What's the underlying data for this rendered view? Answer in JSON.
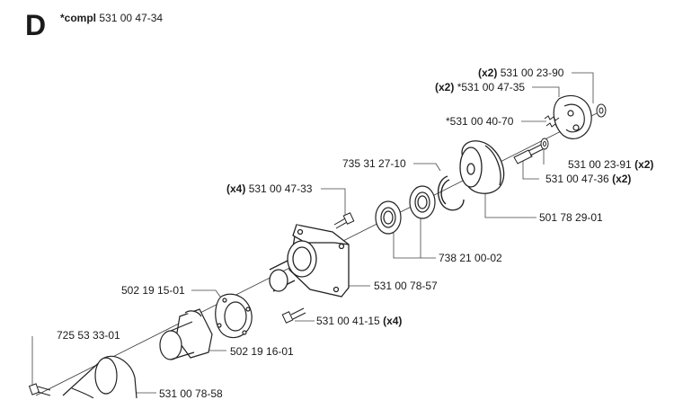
{
  "section": {
    "letter": "D"
  },
  "assembly": {
    "prefix": "*compl",
    "number": "531 00 47-34"
  },
  "callouts": [
    {
      "id": "c1",
      "qty": "(x2)",
      "part": "531 00 23-90",
      "qty_side": "before"
    },
    {
      "id": "c2",
      "qty": "(x2)",
      "part": "*531 00 47-35",
      "qty_side": "before"
    },
    {
      "id": "c3",
      "qty": "",
      "part": "*531 00 40-70",
      "qty_side": "none"
    },
    {
      "id": "c4",
      "qty": "",
      "part": "735 31 27-10",
      "qty_side": "none"
    },
    {
      "id": "c5",
      "qty": "(x2)",
      "part": "531 00 23-91",
      "qty_side": "after"
    },
    {
      "id": "c6",
      "qty": "(x2)",
      "part": "531 00 47-36",
      "qty_side": "after"
    },
    {
      "id": "c7",
      "qty": "(x4)",
      "part": "531 00 47-33",
      "qty_side": "before"
    },
    {
      "id": "c8",
      "qty": "",
      "part": "501 78 29-01",
      "qty_side": "none"
    },
    {
      "id": "c9",
      "qty": "",
      "part": "738 21 00-02",
      "qty_side": "none"
    },
    {
      "id": "c10",
      "qty": "",
      "part": "502 19 15-01",
      "qty_side": "none"
    },
    {
      "id": "c11",
      "qty": "",
      "part": "531 00 78-57",
      "qty_side": "none"
    },
    {
      "id": "c12",
      "qty": "(x4)",
      "part": "531 00 41-15",
      "qty_side": "after"
    },
    {
      "id": "c13",
      "qty": "",
      "part": "725 53 33-01",
      "qty_side": "none"
    },
    {
      "id": "c14",
      "qty": "",
      "part": "502 19 16-01",
      "qty_side": "none"
    },
    {
      "id": "c15",
      "qty": "",
      "part": "531 00 78-58",
      "qty_side": "none"
    }
  ]
}
